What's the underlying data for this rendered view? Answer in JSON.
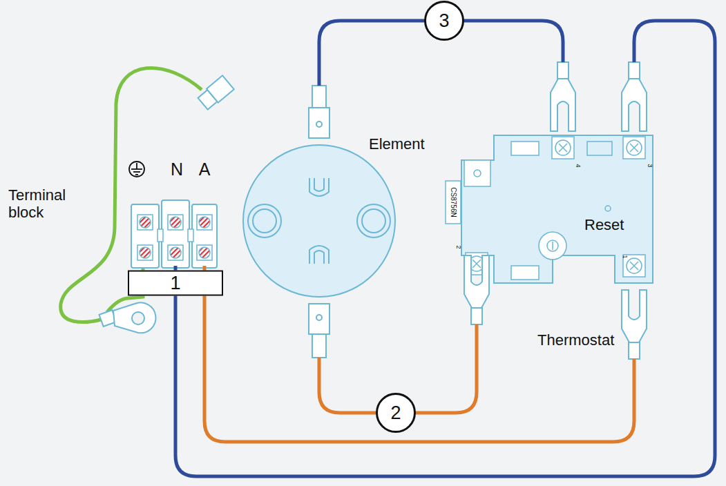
{
  "diagram": {
    "nodes": [
      {
        "text": [
          "Terminal block"
        ]
      },
      {
        "text": [
          "Element"
        ]
      },
      {
        "text": [
          "Reset",
          "Thermostat"
        ]
      }
    ],
    "edges": [
      {
        "from": 1,
        "to": 2,
        "arrow": "none"
      },
      {
        "from": 1,
        "to": 2,
        "arrow": "none"
      },
      {
        "from": 0,
        "to": 2,
        "arrow": "none"
      },
      {
        "from": 0,
        "to": 2,
        "arrow": "none"
      }
    ],
    "labels": [
      "N",
      "A",
      "1",
      "3",
      "2",
      "CS8756N",
      "4",
      "3",
      "2",
      "1"
    ]
  }
}
